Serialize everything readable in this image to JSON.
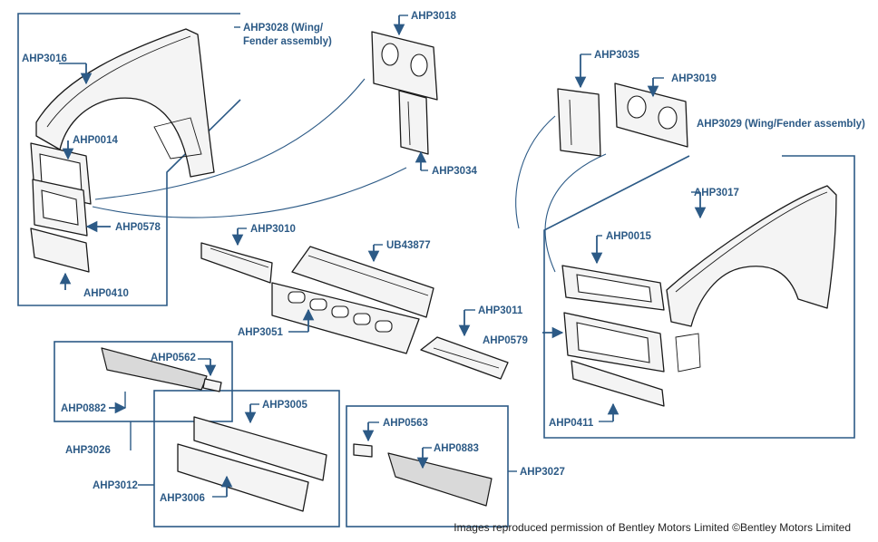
{
  "labels": {
    "ahp3016": "AHP3016",
    "ahp3028_line1": "AHP3028 (Wing/",
    "ahp3028_line2": "Fender assembly)",
    "ahp0014": "AHP0014",
    "ahp0578": "AHP0578",
    "ahp0410": "AHP0410",
    "ahp3018": "AHP3018",
    "ahp3034": "AHP3034",
    "ahp3035": "AHP3035",
    "ahp3019": "AHP3019",
    "ahp3029": "AHP3029 (Wing/Fender assembly)",
    "ahp3017": "AHP3017",
    "ahp0015": "AHP0015",
    "ahp0579": "AHP0579",
    "ahp0411": "AHP0411",
    "ahp3010": "AHP3010",
    "ub43877": "UB43877",
    "ahp3051": "AHP3051",
    "ahp3011": "AHP3011",
    "ahp0562": "AHP0562",
    "ahp0882": "AHP0882",
    "ahp3026": "AHP3026",
    "ahp3005": "AHP3005",
    "ahp3012": "AHP3012",
    "ahp3006": "AHP3006",
    "ahp0563": "AHP0563",
    "ahp0883": "AHP0883",
    "ahp3027": "AHP3027"
  },
  "credit": "Images reproduced permission of Bentley Motors Limited ©Bentley Motors Limited",
  "colors": {
    "label": "#2c5a86",
    "lines": "#2c5a86",
    "parts": "#1a1a1a"
  }
}
